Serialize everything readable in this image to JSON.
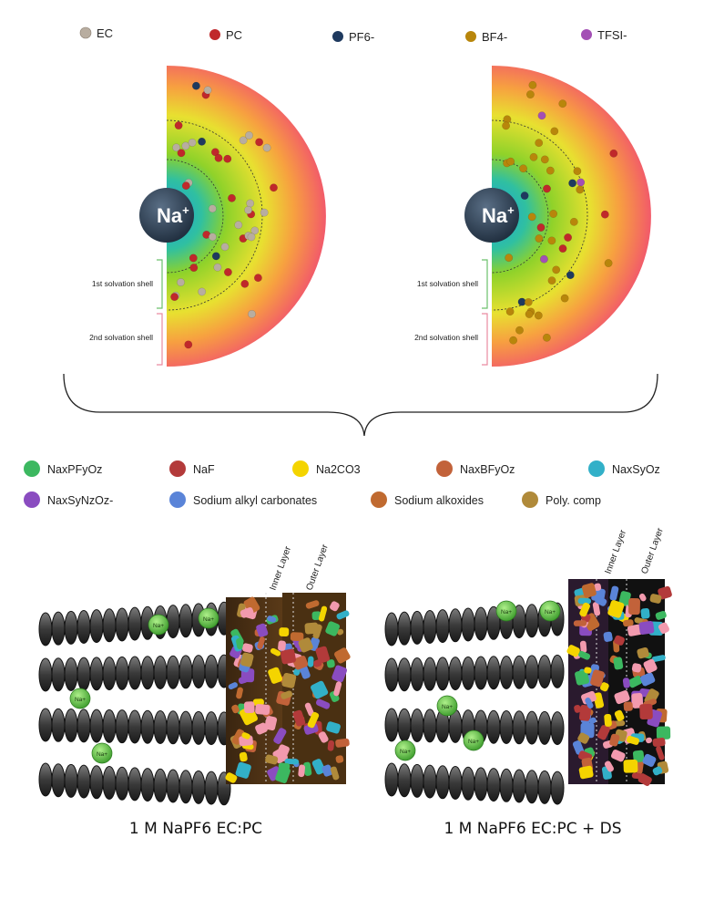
{
  "legend_top": [
    {
      "label": "EC",
      "color": "#b8ada0"
    },
    {
      "label": "PC",
      "color": "#c0282b"
    },
    {
      "label": "PF6-",
      "color": "#1f3a5f"
    },
    {
      "label": "BF4-",
      "color": "#b8860b"
    },
    {
      "label": "TFSI-",
      "color": "#a34fb5"
    }
  ],
  "solvation": {
    "ion_label": "Na+",
    "shell1_label": "1st solvation shell",
    "shell2_label": "2nd solvation shell"
  },
  "legend_bottom": [
    {
      "label": "NaxPFyOz",
      "color": "#3cb860"
    },
    {
      "label": "NaF",
      "color": "#b33a3a"
    },
    {
      "label": "Na2CO3",
      "color": "#f4d400"
    },
    {
      "label": "NaxBFyOz",
      "color": "#c2623a"
    },
    {
      "label": "NaxSyOz",
      "color": "#32b0c8"
    },
    {
      "label": "NaxSyNzOz-",
      "color": "#8a4cc0"
    },
    {
      "label": "Sodium alkyl carbonates",
      "color": "#5a84d8"
    },
    {
      "label": "Sodium alkoxides",
      "color": "#c06a30"
    },
    {
      "label": "Poly. comp",
      "color": "#b08a3a"
    }
  ],
  "electrode": {
    "inner_layer_label": "Inner Layer",
    "outer_layer_label": "Outer Layer",
    "ion_label": "Na+"
  },
  "captions": {
    "left": "1 M NaPF6 EC:PC",
    "right": "1 M NaPF6 EC:PC + DS"
  }
}
